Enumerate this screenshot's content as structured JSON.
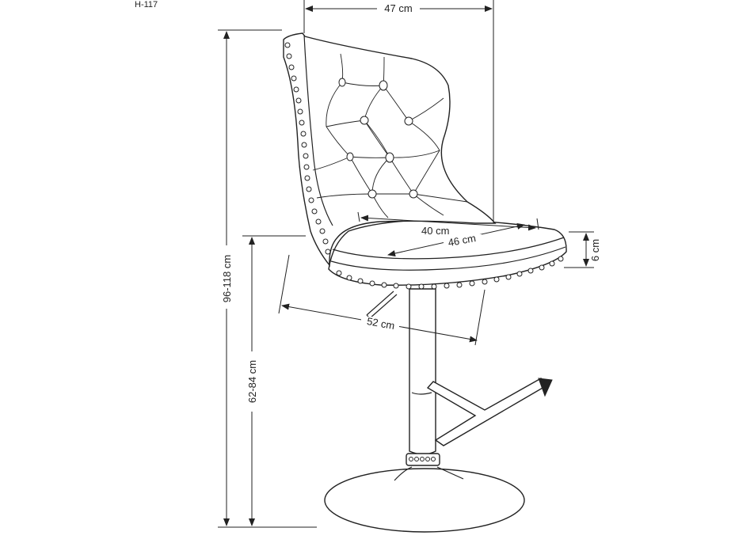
{
  "model_code": "H-117",
  "dimensions": {
    "width_top": "47 cm",
    "total_height": "96-118 cm",
    "seat_height": "62-84 cm",
    "seat_width": "40 cm",
    "seat_depth": "46 cm",
    "seat_thickness": "6 cm",
    "overall_depth": "52 cm"
  }
}
